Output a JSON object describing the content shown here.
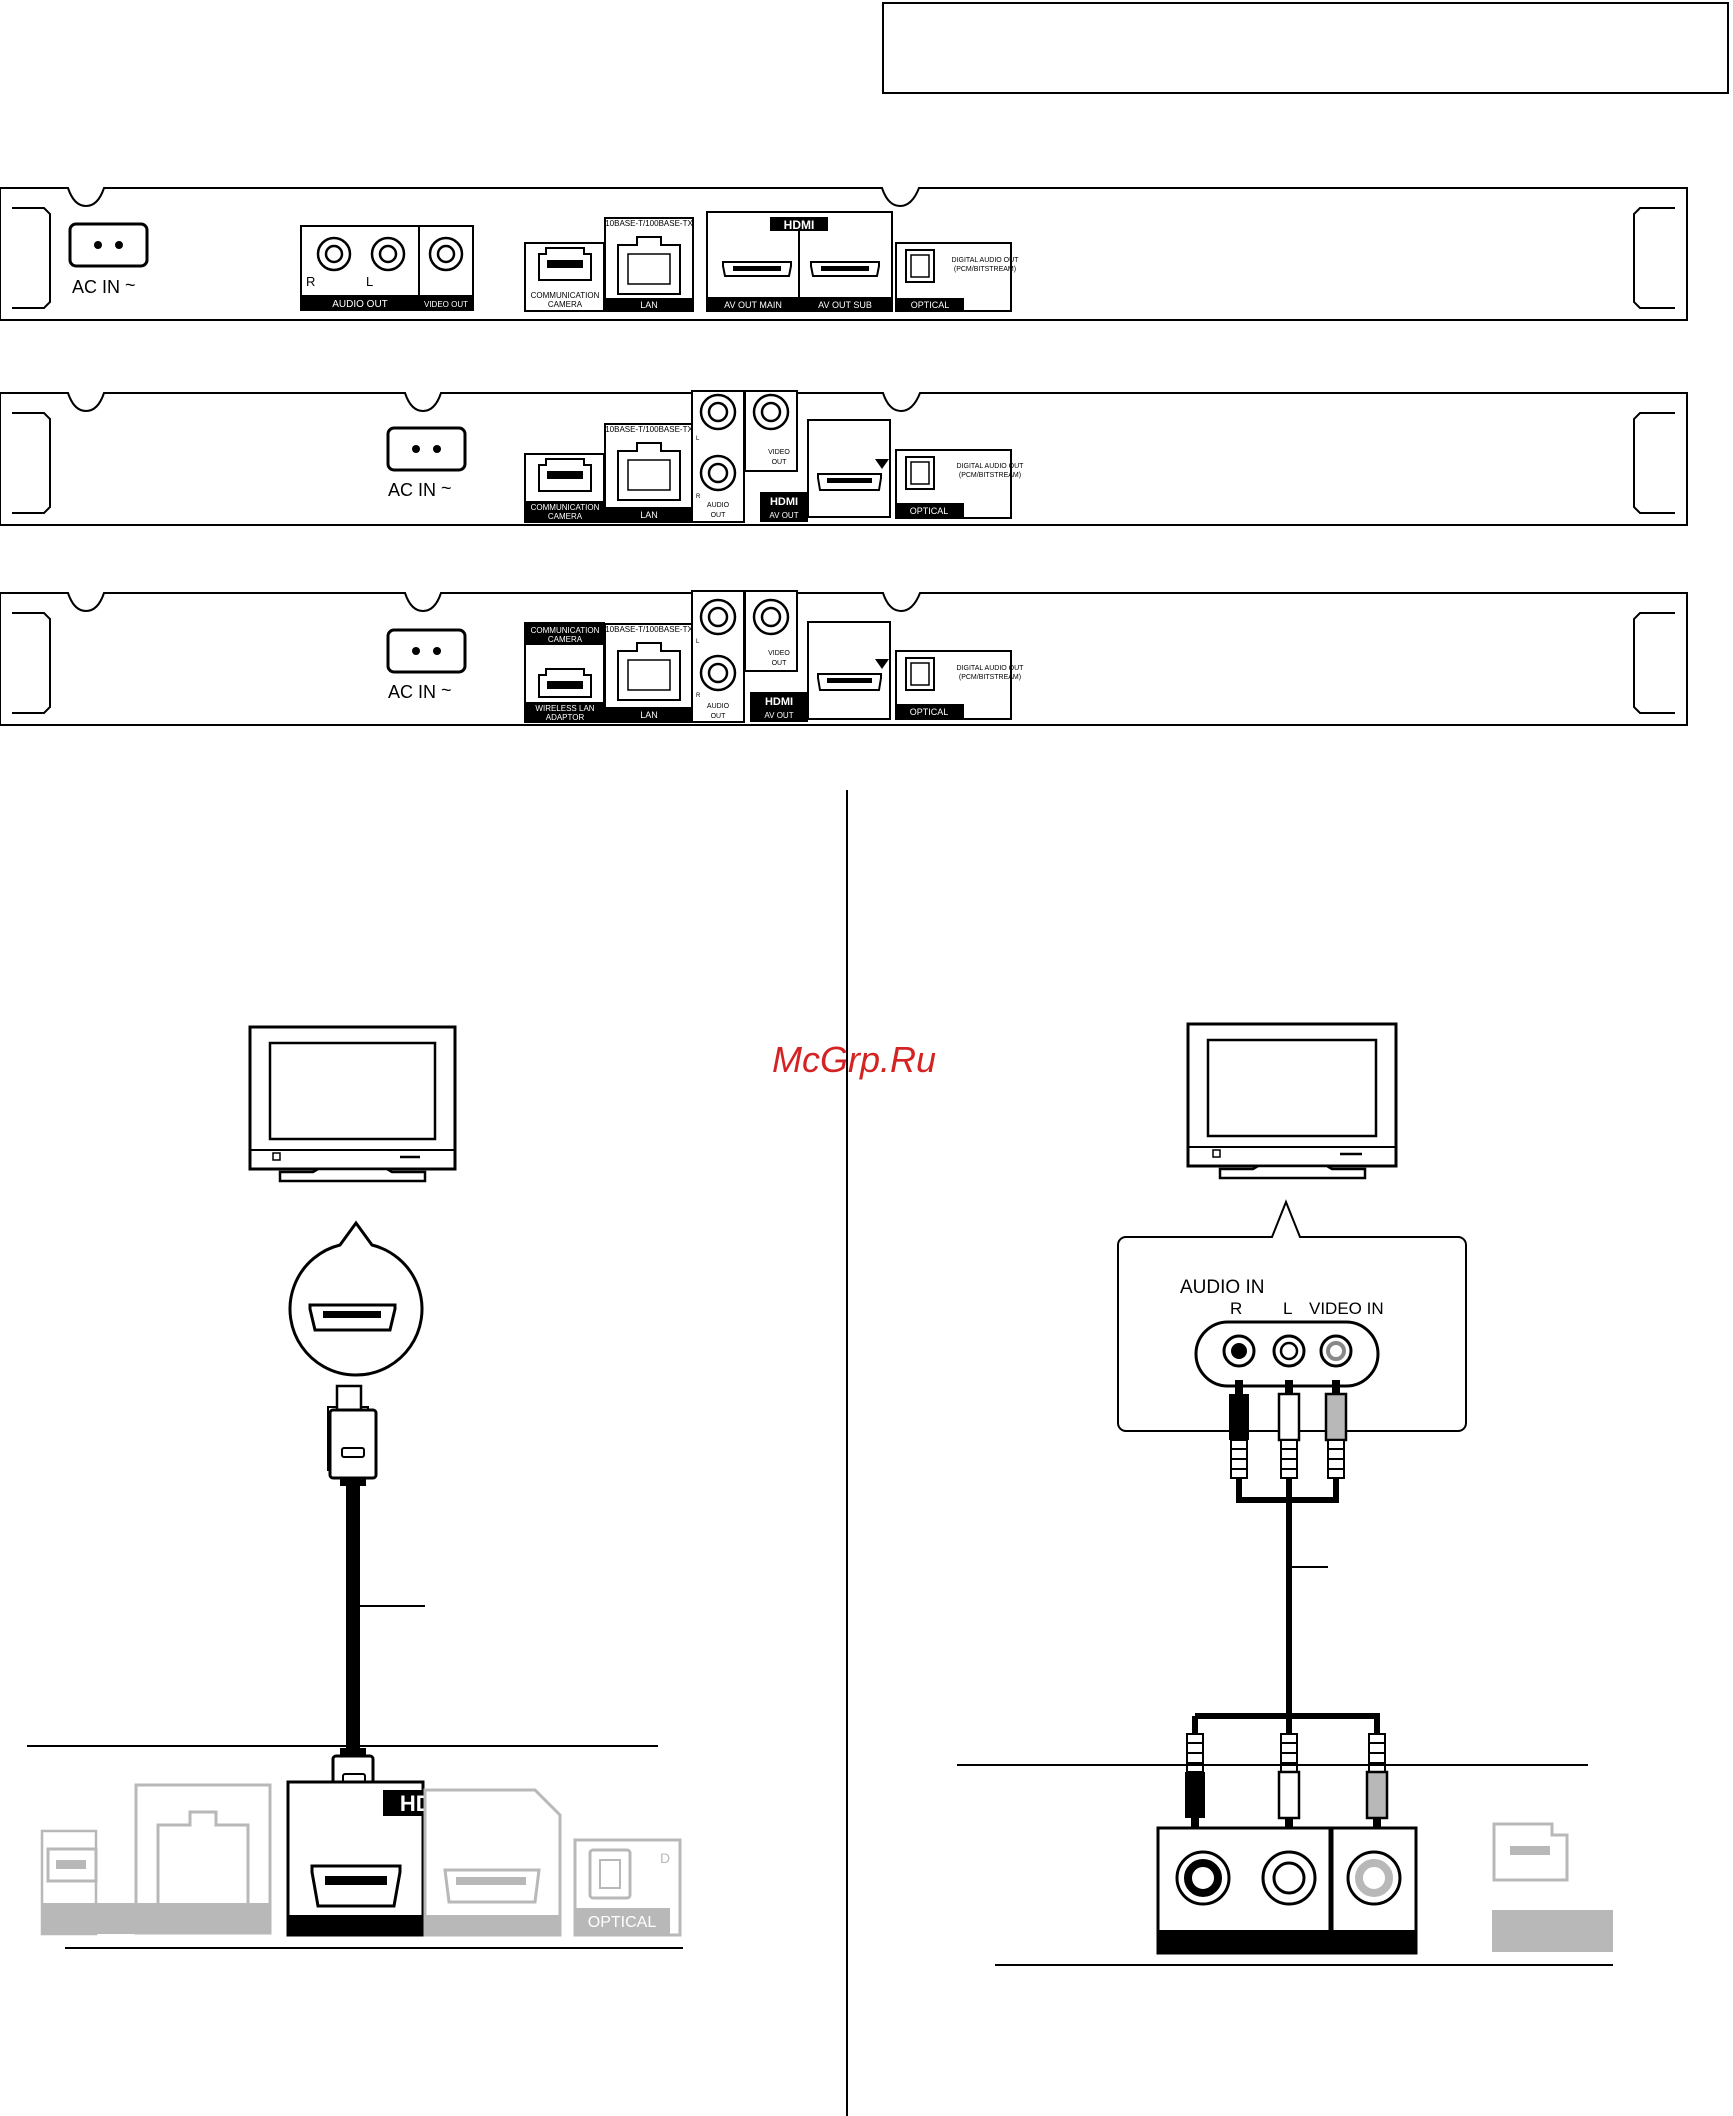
{
  "watermark": "McGrp.Ru",
  "colors": {
    "ink": "#000000",
    "paper": "#ffffff",
    "grey": "#b8b8b8",
    "watermark": "#d42323"
  },
  "panel1": {
    "ac_in": "AC IN",
    "audio_r": "R",
    "audio_l": "L",
    "audio_out": "AUDIO OUT",
    "video_out": "VIDEO OUT",
    "comm_camera": [
      "COMMUNICATION",
      "CAMERA"
    ],
    "lan_standard": "10BASE-T/100BASE-TX",
    "lan": "LAN",
    "hdmi_logo": "HDMI",
    "av_out_main": "AV OUT   MAIN",
    "av_out_sub": "AV OUT   SUB",
    "optical": "OPTICAL",
    "digital_audio_out": [
      "DIGITAL AUDIO OUT",
      "(PCM/BITSTREAM)"
    ]
  },
  "panel2": {
    "ac_in": "AC IN",
    "comm_camera": [
      "COMMUNICATION",
      "CAMERA"
    ],
    "lan_standard": "10BASE-T/100BASE-TX",
    "lan": "LAN",
    "jack_l": "L",
    "jack_r": "R",
    "video_out": [
      "VIDEO",
      "OUT"
    ],
    "audio_out": [
      "AUDIO",
      "OUT"
    ],
    "hdmi_logo": "HDMI",
    "av_out": "AV OUT",
    "optical": "OPTICAL",
    "digital_audio_out": [
      "DIGITAL AUDIO OUT",
      "(PCM/BITSTREAM)"
    ]
  },
  "panel3": {
    "ac_in": "AC IN",
    "comm_camera": [
      "COMMUNICATION",
      "CAMERA"
    ],
    "wireless_lan": [
      "WIRELESS LAN",
      "ADAPTOR"
    ],
    "lan_standard": "10BASE-T/100BASE-TX",
    "lan": "LAN",
    "jack_l": "L",
    "jack_r": "R",
    "video_out": [
      "VIDEO",
      "OUT"
    ],
    "audio_out": [
      "AUDIO",
      "OUT"
    ],
    "hdmi_logo": "HDMI",
    "av_out": "AV OUT",
    "optical": "OPTICAL",
    "digital_audio_out": [
      "DIGITAL AUDIO OUT",
      "(PCM/BITSTREAM)"
    ]
  },
  "hdmi_connection": {
    "hdmi_logo": "HDMI",
    "optical": "OPTICAL",
    "digital_hint": "D"
  },
  "analog_connection": {
    "audio_in": "AUDIO IN",
    "r": "R",
    "l": "L",
    "video_in": "VIDEO IN"
  }
}
